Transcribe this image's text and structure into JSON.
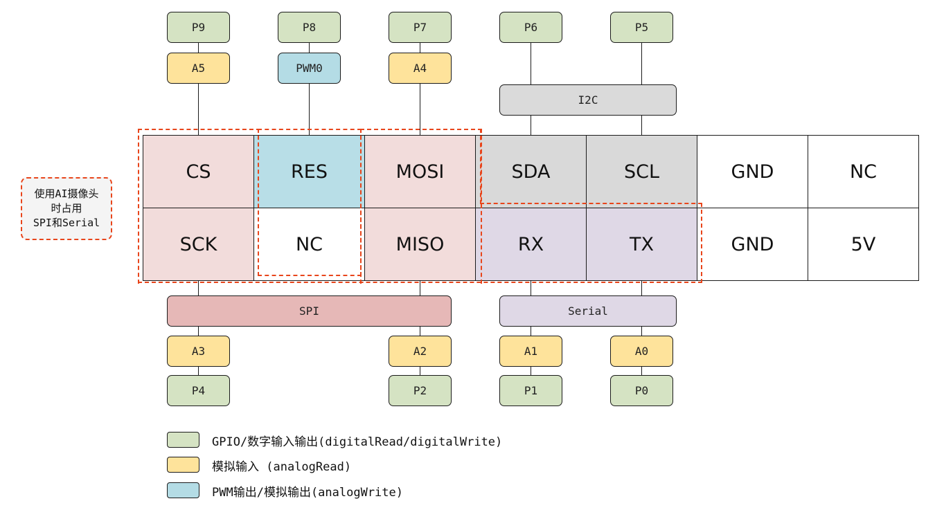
{
  "top_pins": {
    "p9": "P9",
    "p8": "P8",
    "p7": "P7",
    "p6": "P6",
    "p5": "P5",
    "a5": "A5",
    "pwm0": "PWM0",
    "a4": "A4",
    "i2c": "I2C"
  },
  "bottom_pins": {
    "spi": "SPI",
    "serial": "Serial",
    "a3": "A3",
    "a2": "A2",
    "a1": "A1",
    "a0": "A0",
    "p4": "P4",
    "p2": "P2",
    "p1": "P1",
    "p0": "P0"
  },
  "header_row1": [
    "CS",
    "RES",
    "MOSI",
    "SDA",
    "SCL",
    "GND",
    "NC"
  ],
  "header_row2": [
    "SCK",
    "NC",
    "MISO",
    "RX",
    "TX",
    "GND",
    "5V"
  ],
  "note": {
    "line1": "使用AI摄像头",
    "line2": "时占用",
    "line3": "SPI和Serial"
  },
  "legend": [
    {
      "label": "GPIO/数字输入输出(digitalRead/digitalWrite)",
      "color": "#d5e3c3"
    },
    {
      "label": "模拟输入 (analogRead)",
      "color": "#fee39b"
    },
    {
      "label": "PWM输出/模拟输出(analogWrite)",
      "color": "#b4dce5"
    }
  ],
  "colors": {
    "gpio": "#d5e3c3",
    "analog": "#fee39b",
    "pwm": "#b4dce5",
    "spi": "#e6b8b7",
    "serial": "#dfd8e6",
    "i2c": "#dadada",
    "highlight": "#e8451b"
  }
}
